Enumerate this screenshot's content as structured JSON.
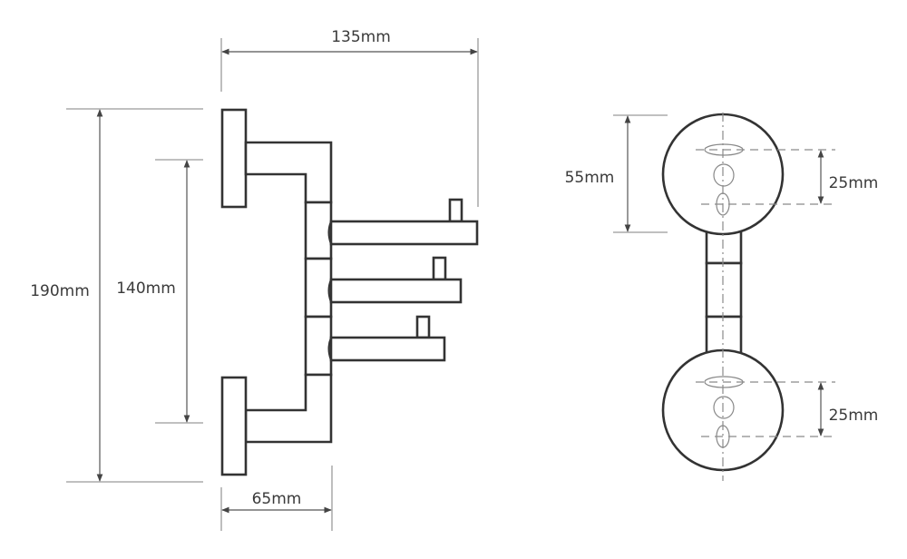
{
  "drawing": {
    "side_view": {
      "dimensions": {
        "total_width": "135mm",
        "total_height": "190mm",
        "mount_spacing": "140mm",
        "depth": "65mm"
      },
      "arm_count": 3
    },
    "front_view": {
      "dimensions": {
        "plate_diameter": "55mm",
        "top_hole_spacing": "25mm",
        "bottom_hole_spacing": "25mm"
      }
    }
  },
  "colors": {
    "outline": "#333333",
    "dimension": "#555555",
    "text": "#3a3a3a"
  }
}
